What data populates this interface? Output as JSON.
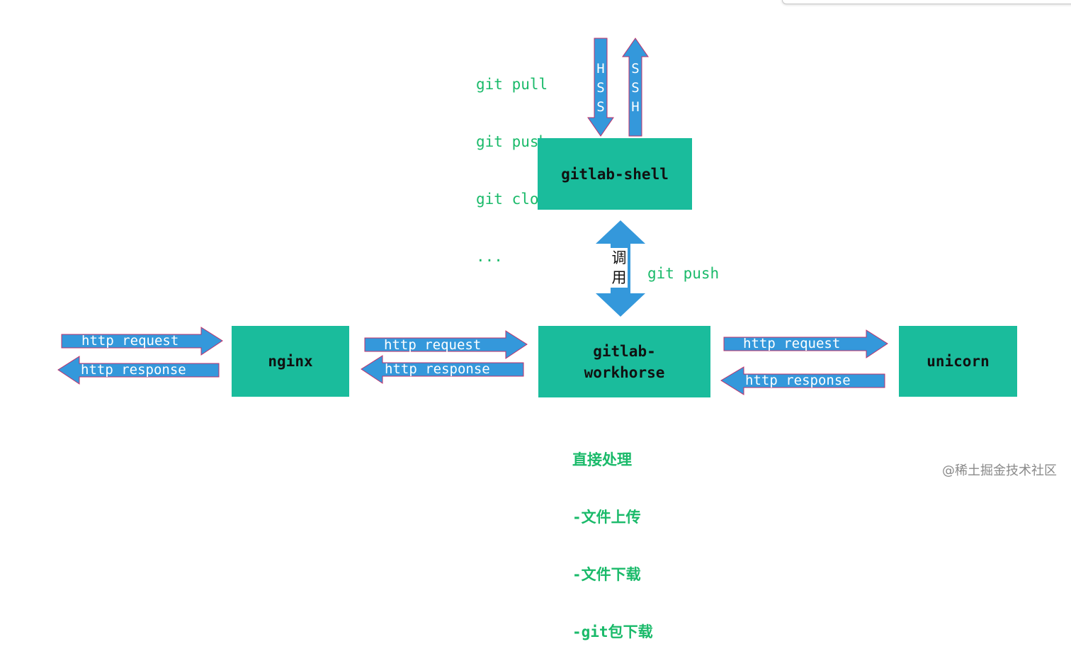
{
  "nodes": {
    "gitlab_shell": "gitlab-shell",
    "nginx": "nginx",
    "workhorse_line1": "gitlab-",
    "workhorse_line2": "workhorse",
    "unicorn": "unicorn"
  },
  "git_commands": [
    "git pull",
    "git push",
    "git clone",
    "..."
  ],
  "ssh_down_letters": [
    "H",
    "S",
    "S"
  ],
  "ssh_up_letters": [
    "S",
    "S",
    "H"
  ],
  "call_label": [
    "调",
    "用"
  ],
  "call_note": "git push",
  "arrows": {
    "left_request": "http request",
    "left_response": "http response",
    "mid_request": "http request",
    "mid_response": "http response",
    "right_request": "http request",
    "right_response": "http response"
  },
  "direct_handling": [
    "直接处理",
    "-文件上传",
    "-文件下载",
    "-git包下载"
  ],
  "watermark": "@稀土掘金技术社区",
  "colors": {
    "box": "#1abc9c",
    "arrow": "#3498db",
    "arrow_border": "#c0306a",
    "green_text": "#1aba6a"
  }
}
